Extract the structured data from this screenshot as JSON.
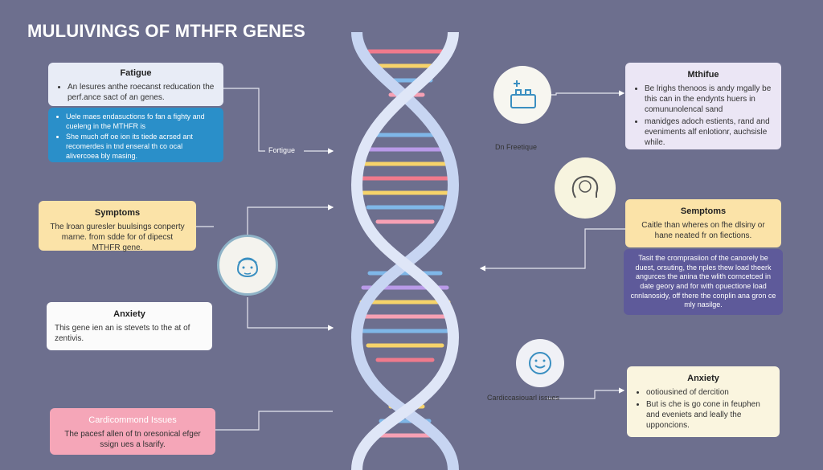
{
  "title": "MULUIVINGS OF MTHFR GENES",
  "colors": {
    "background": "#6d6f8e",
    "blue_card": "#2a8fc9",
    "light_card": "#e8ecf6",
    "yellow_card": "#fbe3a8",
    "pink_card": "#f5a6b8",
    "purple_card": "#5e5a9a",
    "lavender_card": "#ebe6f5",
    "cream_card": "#faf5df"
  },
  "left": {
    "fatigue": {
      "heading": "Fatigue",
      "bullet": "An lesures anthe roecanst reducation the perf.ance sact of an genes."
    },
    "blue_box": {
      "bullets": [
        "Uele maes endasuctions fo fan a fighty and cueleng in the MTHFR is",
        "She much off oe ion its tiede acrsed ant recomerdes in tnd enseral th co ocal alivercoea bly masing."
      ]
    },
    "fatigue_arrow_label": "Fortigue",
    "symptoms": {
      "heading": "Symptoms",
      "text": "The lroan guresler buulsings conperty marne. from sdde for of dipecst MTHFR gene."
    },
    "anxiety": {
      "heading": "Anxiety",
      "text": "This gene ien an is stevets to the at of zentivis."
    },
    "cardio": {
      "heading": "Cardicommond Issues",
      "text": "The pacesf allen of tn oresonical efger ssign ues a lsarify."
    }
  },
  "right": {
    "mthifue": {
      "heading": "Mthifue",
      "bullets": [
        "Be lrighs thenoos is andy mgally be this can in the endynts huers in comununolencal sand",
        "manidges adoch estients, rand and eveniments alf enlotionr, auchsisle while."
      ]
    },
    "freetique_label": "Dn Freetique",
    "symptoms": {
      "heading": "Semptoms",
      "text": "Caitle than wheres on fhe dlsiny or hane neated fr on fiections."
    },
    "purple_box": {
      "text": "Tasit the cromprasiion of the canorely be duest, orsuting, the nples thew load theerk angurces the anina the wlith corncetced in date geory and for with opuectione load cnnlanosidy, off there the conplin ana gron ce mly nasilge."
    },
    "cardio_label": "Cardiccasiouarl issues",
    "anxiety": {
      "heading": "Anxiety",
      "bullets": [
        "ootiousined of dercition",
        "But is che is go cone in feuphen and eveniets and leally the upponcions."
      ]
    }
  },
  "icons": {
    "top_right": "factory-icon",
    "mid_right": "head-profile-icon",
    "left_face": "face-icon",
    "bottom_right": "happy-face-icon"
  }
}
